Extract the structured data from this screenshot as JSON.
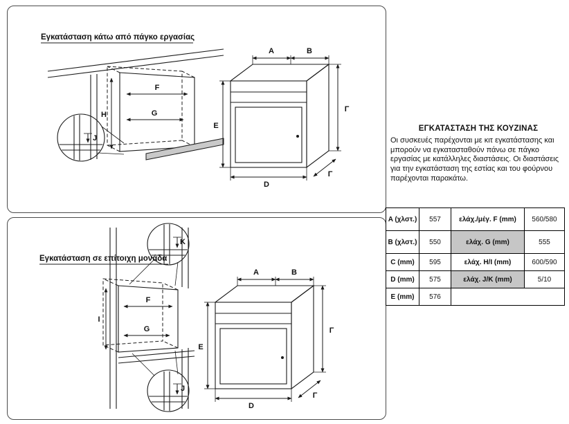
{
  "panel_top": {
    "title": "Εγκατάσταση κάτω από πάγκο εργασίας",
    "labels": {
      "F": "F",
      "H": "H",
      "G": "G",
      "J": "J",
      "A": "A",
      "B": "B",
      "E": "E",
      "gamma": "Γ",
      "D": "D"
    }
  },
  "panel_bottom": {
    "title": "Εγκατάσταση σε επίτοιχη μονάδα",
    "labels": {
      "K": "K",
      "F": "F",
      "I": "I",
      "G": "G",
      "J": "J",
      "A": "A",
      "B": "B",
      "E": "E",
      "gamma": "Γ",
      "D": "D"
    }
  },
  "article": {
    "heading": "ΕΓΚΑΤΑΣΤΑΣΗ ΤΗΣ ΚΟΥΖΙΝΑΣ",
    "body": "Οι συσκευές παρέχονται με κιτ εγκατάστασης και μπορούν να εγκατασταθούν πάνω σε πάγκο εργασίας με κατάλληλες διαστάσεις. Οι διαστάσεις για την εγκατάσταση της εστίας και του φούρνου παρέχονται παρακάτω."
  },
  "table": {
    "shaded_hex": "#c6c6c6",
    "rows": [
      {
        "label": "A (χλστ.)",
        "value": "557",
        "label2": "ελάχ./μέγ. F (mm)",
        "value2": "560/580"
      },
      {
        "label": "B (χλστ.)",
        "value": "550",
        "label2": "ελάχ. G (mm)",
        "value2": "555"
      },
      {
        "label": "C (mm)",
        "value": "595",
        "label2": "ελάχ. H/I (mm)",
        "value2": "600/590"
      },
      {
        "label": "D (mm)",
        "value": "575",
        "label2": "ελάχ. J/K (mm)",
        "value2": "5/10"
      },
      {
        "label": "E (mm)",
        "value": "576",
        "label2": "",
        "value2": ""
      }
    ]
  }
}
